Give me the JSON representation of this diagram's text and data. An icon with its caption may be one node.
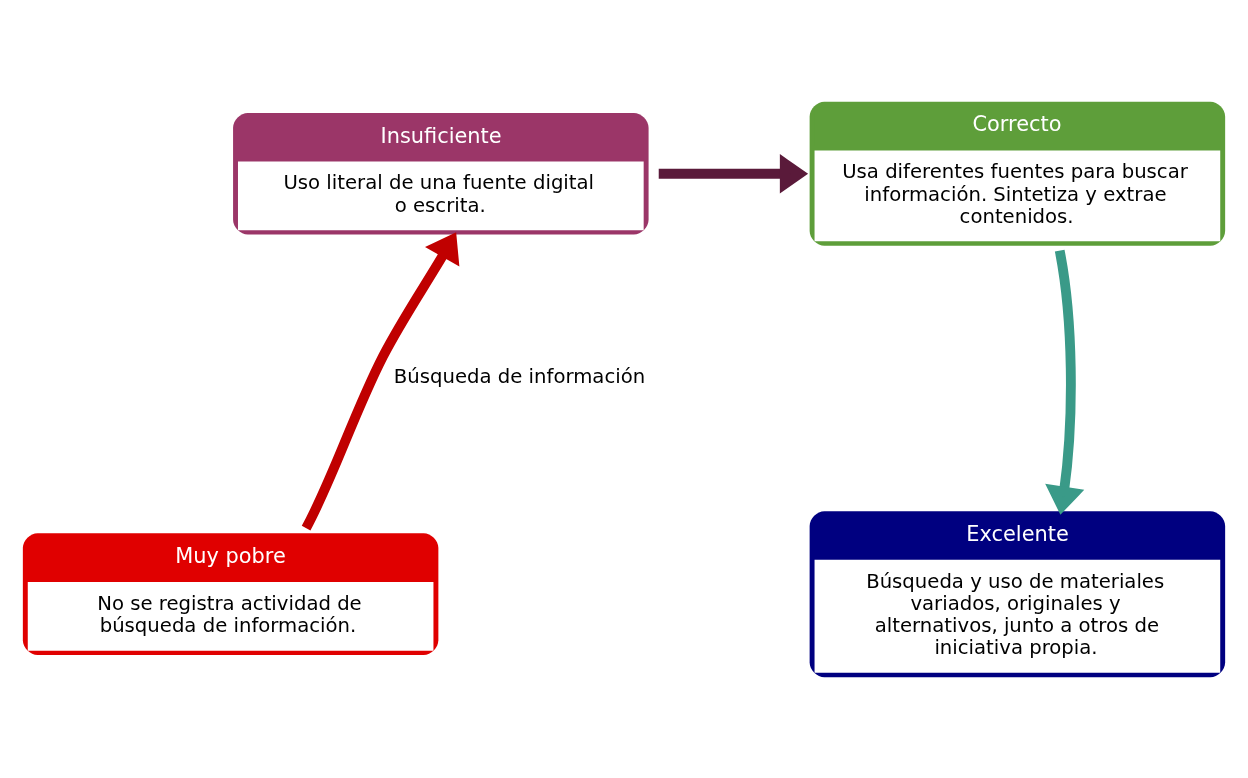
{
  "diagram": {
    "nodes": [
      {
        "text": [
          "Insuficiente",
          "Uso literal de una fuente digital o escrita."
        ]
      },
      {
        "text": [
          "Correcto",
          "Usa diferentes fuentes para buscar información. Sintetiza y extrae contenidos."
        ]
      },
      {
        "text": [
          "Muy pobre",
          "No se registra actividad de búsqueda de información."
        ]
      },
      {
        "text": [
          "Excelente",
          "Búsqueda y uso de materiales variados, originales y alternativos, junto a otros de iniciativa propia."
        ]
      }
    ],
    "edges": [
      {
        "from": 2,
        "to": 0,
        "arrow": "to",
        "color": "#c00000"
      },
      {
        "from": 0,
        "to": 1,
        "arrow": "to",
        "color": "#5a1a3a"
      },
      {
        "from": 1,
        "to": 3,
        "arrow": "to",
        "color": "#3a9a88"
      }
    ],
    "labels": [
      "Búsqueda de información"
    ]
  }
}
